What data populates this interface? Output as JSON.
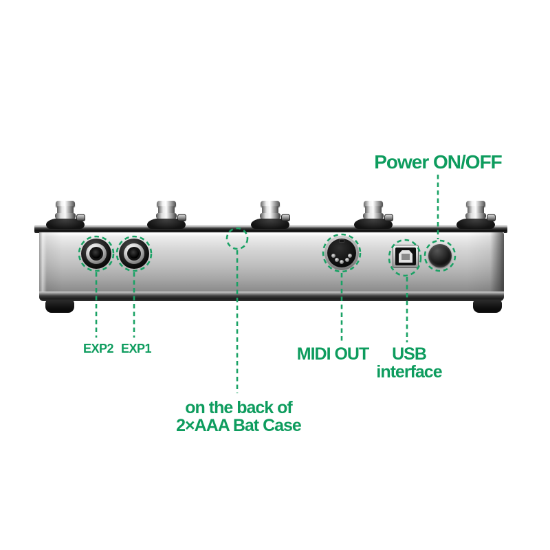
{
  "colors": {
    "annotation_dash_green": "#1AA265",
    "label_text_green": "#0E9C5E",
    "background": "#FFFFFF"
  },
  "device": {
    "description": "rear panel of silver MIDI foot controller",
    "footswitch_count": 5
  },
  "callouts": {
    "power": {
      "label": "Power ON/OFF"
    },
    "exp2": {
      "label": "EXP2"
    },
    "exp1": {
      "label": "EXP1"
    },
    "midi": {
      "label": "MIDI OUT"
    },
    "usb": {
      "label_line1": "USB",
      "label_line2": "interface"
    },
    "battery": {
      "label_line1": "on the back of",
      "label_line2": "2×AAA Bat Case"
    }
  }
}
